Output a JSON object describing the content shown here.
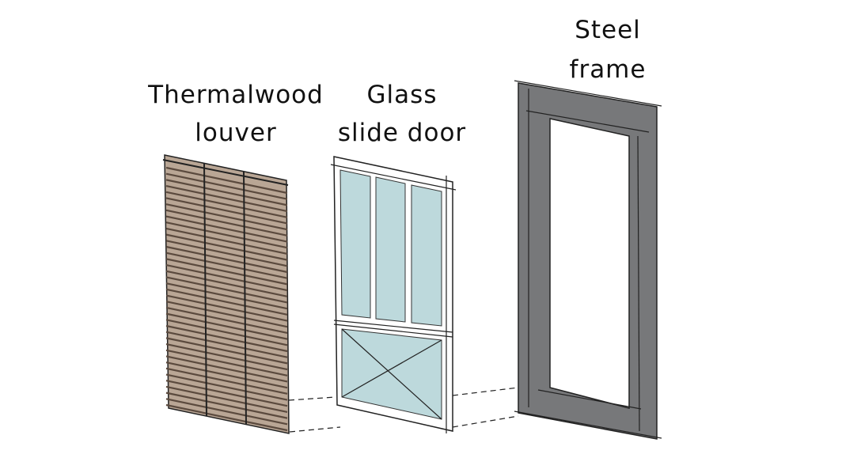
{
  "labels": {
    "louver_line1": "Thermalwood",
    "louver_line2": "louver",
    "glass_line1": "Glass",
    "glass_line2": "slide door",
    "steel_line1": "Steel",
    "steel_line2": "frame"
  },
  "colors": {
    "wood": "#b9a695",
    "wood_dark": "#5b4a3e",
    "glass": "#bdd9dc",
    "steel": "#77787a",
    "steel_dark": "#4a4b4d",
    "ink": "#1a1a1a"
  }
}
